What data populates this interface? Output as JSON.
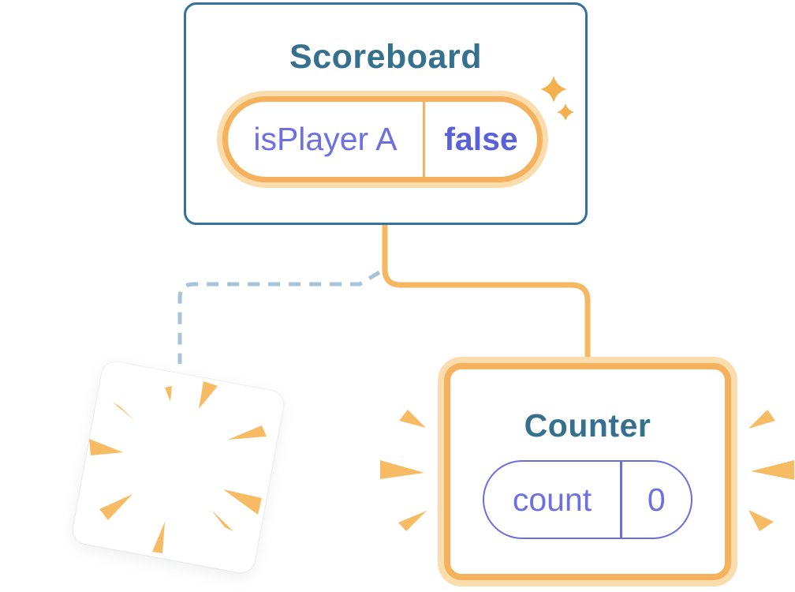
{
  "nodes": {
    "scoreboard": {
      "title": "Scoreboard",
      "state": {
        "key": "isPlayer A",
        "value": "false"
      }
    },
    "counter": {
      "title": "Counter",
      "state": {
        "key": "count",
        "value": "0"
      }
    }
  },
  "icons": {
    "sparkles": "sparkles-icon",
    "poof_burst": "poof-burst-icon",
    "emphasis_left": "emphasis-rays-left-icon",
    "emphasis_right": "emphasis-rays-right-icon"
  },
  "colors": {
    "background": "#FFFFFF",
    "card_border_blue": "#35719B",
    "title_text_teal": "#35708E",
    "orange_border_strong": "#F5B15C",
    "orange_border_light": "#FBDCAD",
    "orange_connector": "#F6B761",
    "orange_accent_rays": "#F7BB64",
    "pill_divider_orange": "#F2B269",
    "state_key_purple": "#6C70E0",
    "state_value_purple": "#5A60D8",
    "counter_pill_border_purple": "#6A6EE0",
    "dashed_connector_blue": "#A6C3D9"
  }
}
